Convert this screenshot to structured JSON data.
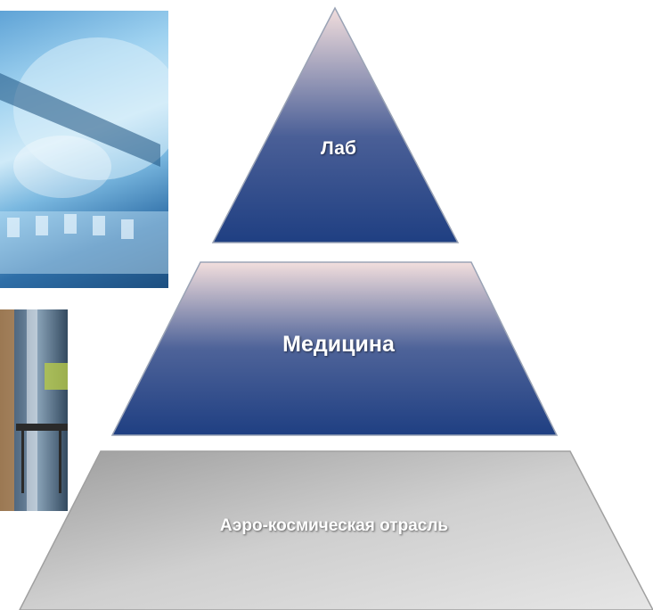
{
  "diagram": {
    "tiers": [
      {
        "label": "Лаб"
      },
      {
        "label": "Медицина"
      },
      {
        "label": "Аэро-космическая отрасль"
      }
    ],
    "colors": {
      "tier_top_gradient": [
        "#f2dedd",
        "#4a5f97",
        "#1f3f82"
      ],
      "tier_bottom_gradient": [
        "#9c9c9c",
        "#cfcfcf",
        "#e6e6e6"
      ],
      "label_text": "#ffffff"
    }
  },
  "images": [
    {
      "name": "lab-worker-photo"
    },
    {
      "name": "room-interior-photo"
    }
  ]
}
